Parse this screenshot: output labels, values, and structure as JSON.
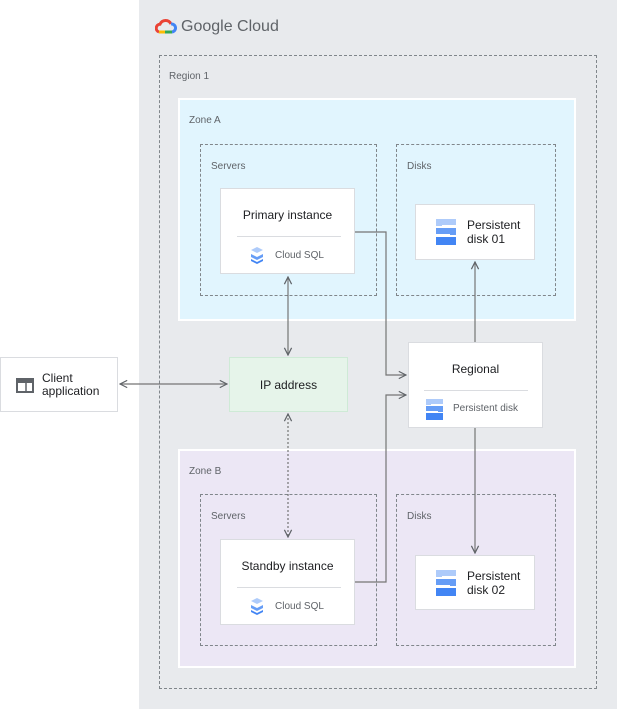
{
  "brand": {
    "name": "Google Cloud",
    "logo_icon": "google-cloud-logo"
  },
  "region": {
    "label": "Region 1"
  },
  "zone_a": {
    "label": "Zone A",
    "color": "#e1f5fe",
    "servers_label": "Servers",
    "disks_label": "Disks",
    "primary": {
      "title": "Primary instance",
      "service": "Cloud SQL"
    },
    "disk": {
      "title_line1": "Persistent",
      "title_line2": "disk 01"
    }
  },
  "zone_b": {
    "label": "Zone B",
    "color": "#ece7f5",
    "servers_label": "Servers",
    "disks_label": "Disks",
    "standby": {
      "title": "Standby instance",
      "service": "Cloud SQL"
    },
    "disk": {
      "title_line1": "Persistent",
      "title_line2": "disk 02"
    }
  },
  "ip": {
    "label": "IP address",
    "color": "#e6f4ea"
  },
  "client": {
    "line1": "Client",
    "line2": "application"
  },
  "regional": {
    "title": "Regional",
    "service": "Persistent disk"
  }
}
